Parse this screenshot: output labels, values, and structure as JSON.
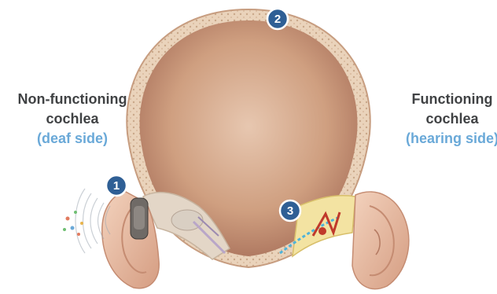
{
  "diagram": {
    "left_label": {
      "line1": "Non-functioning",
      "line2": "cochlea",
      "line3": "(deaf side)"
    },
    "right_label": {
      "line1": "Functioning",
      "line2": "cochlea",
      "line3": "(hearing side)"
    },
    "markers": [
      {
        "number": "1"
      },
      {
        "number": "2"
      },
      {
        "number": "3"
      }
    ]
  },
  "colors": {
    "label_text": "#404244",
    "sub_label": "#6aa9d8",
    "marker_fill": "#2f5f95",
    "skull_interior": "#c8977a",
    "skull_bone": "#e7cbae",
    "ear_skin": "#e6b9a0",
    "nerve_yellow": "#f2dd8a",
    "signal_red": "#c0392b",
    "signal_blue": "#4fb3d9"
  }
}
